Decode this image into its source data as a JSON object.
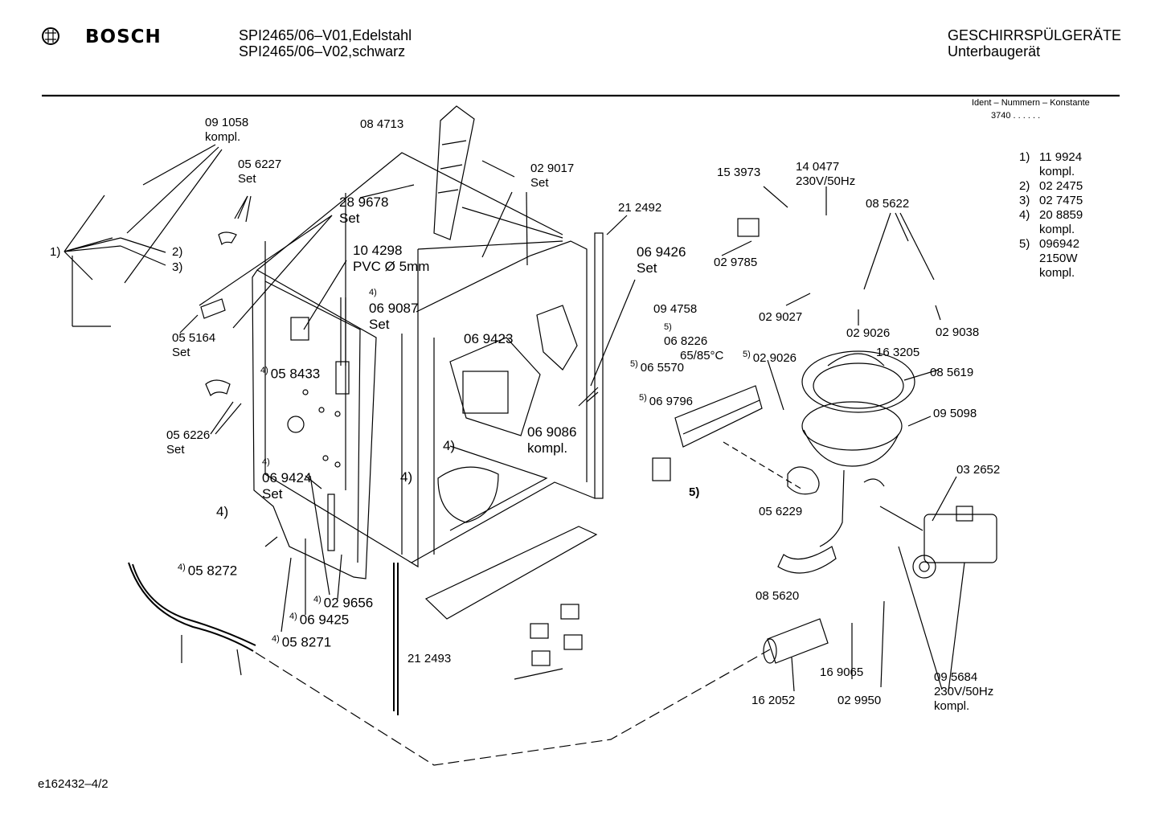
{
  "header": {
    "brand": "BOSCH",
    "models": [
      "SPI2465/06–V01,Edelstahl",
      "SPI2465/06–V02,schwarz"
    ],
    "category": "GESCHIRRSPÜLGERÄTE",
    "subcategory": "Unterbaugerät",
    "ident_label": "Ident – Nummern – Konstante",
    "ident_value": "3740  .  .    .  .  .  ."
  },
  "legend": [
    {
      "num": "1)",
      "lines": [
        "11 9924",
        "kompl."
      ]
    },
    {
      "num": "2)",
      "lines": [
        "02 2475"
      ]
    },
    {
      "num": "3)",
      "lines": [
        "02 7475"
      ]
    },
    {
      "num": "4)",
      "lines": [
        "20 8859",
        "kompl."
      ]
    },
    {
      "num": "5)",
      "lines": [
        "096942",
        "2150W",
        "kompl."
      ]
    }
  ],
  "parts": {
    "p091058": [
      "09 1058",
      "kompl."
    ],
    "p084713": "08 4713",
    "p056227": [
      "05 6227",
      "Set"
    ],
    "p289678": [
      "28 9678",
      "Set"
    ],
    "p104298": [
      "10 4298",
      "PVC Ø 5mm"
    ],
    "p069087": {
      "sup": "4)",
      "lines": [
        "06 9087",
        "Set"
      ]
    },
    "p029017": [
      "02 9017",
      "Set"
    ],
    "p212492": "21 2492",
    "p069426": [
      "06 9426",
      "Set"
    ],
    "p153973": "15 3973",
    "p140477": [
      "14 0477",
      "230V/50Hz"
    ],
    "p085622": "08 5622",
    "p029785": "02 9785",
    "p094758": "09 4758",
    "p068226": {
      "sup": "5)",
      "lines": [
        "06 8226",
        "65/85°C"
      ]
    },
    "p029027": "02 9027",
    "p029026a": "02 9026",
    "p029038": "02 9038",
    "p029026b": {
      "sup": "5)",
      "text": "02 9026"
    },
    "p163205": "16 3205",
    "p065570": {
      "sup": "5)",
      "text": "06 5570"
    },
    "p085619": "08 5619",
    "p069796": {
      "sup": "5)",
      "text": "06 9796"
    },
    "p095098": "09 5098",
    "p069423": "06 9423",
    "p069086": [
      "06 9086",
      "kompl."
    ],
    "p055164": [
      "05 5164",
      "Set"
    ],
    "p058433": {
      "sup": "4)",
      "text": "05 8433"
    },
    "p056226": [
      "05 6226",
      "Set"
    ],
    "p069424": {
      "sup": "4)",
      "lines": [
        "06 9424",
        "Set"
      ]
    },
    "p032652": "03 2652",
    "p056229": "05 6229",
    "p058272": {
      "sup": "4)",
      "text": "05 8272"
    },
    "p029656": {
      "sup": "4)",
      "text": "02 9656"
    },
    "p069425": {
      "sup": "4)",
      "text": "06 9425"
    },
    "p058271": {
      "sup": "4)",
      "text": "05 8271"
    },
    "p085620": "08 5620",
    "p212493": "21 2493",
    "p162052": "16 2052",
    "p169065": "16 9065",
    "p029950": "02 9950",
    "p095684": [
      "09 5684",
      "230V/50Hz",
      "kompl."
    ]
  },
  "callouts": {
    "c1": "1)",
    "c2": "2)",
    "c3": "3)",
    "c4a": "4)",
    "c4b": "4)",
    "c4c": "4)",
    "c5": "5)"
  },
  "footer": {
    "doc_id": "e162432–4/2"
  }
}
